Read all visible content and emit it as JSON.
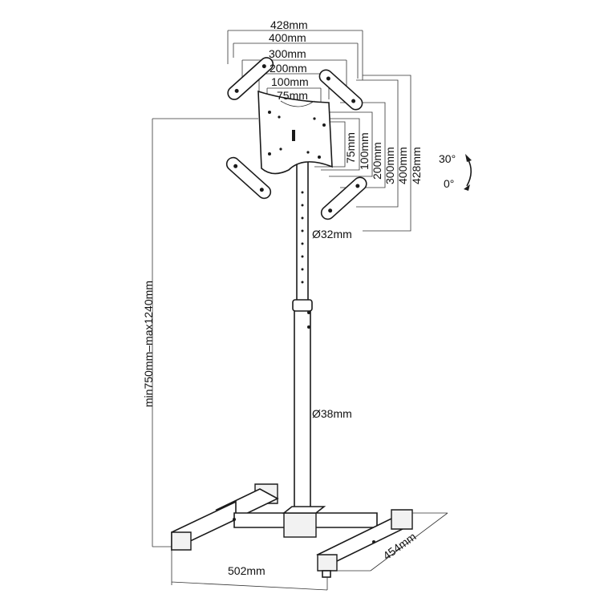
{
  "colors": {
    "line": "#1a1a1a",
    "background": "#ffffff"
  },
  "vesa": {
    "top": [
      "428mm",
      "400mm",
      "300mm",
      "200mm",
      "100mm",
      "75mm"
    ],
    "side": [
      "75mm",
      "100mm",
      "200mm",
      "300mm",
      "400mm",
      "428mm"
    ]
  },
  "tilt": {
    "up": "30°",
    "down": "0°"
  },
  "tubes": {
    "upper": "Ø32mm",
    "lower": "Ø38mm"
  },
  "height": "min750mm–max1240mm",
  "base": {
    "width": "502mm",
    "depth": "454mm"
  }
}
